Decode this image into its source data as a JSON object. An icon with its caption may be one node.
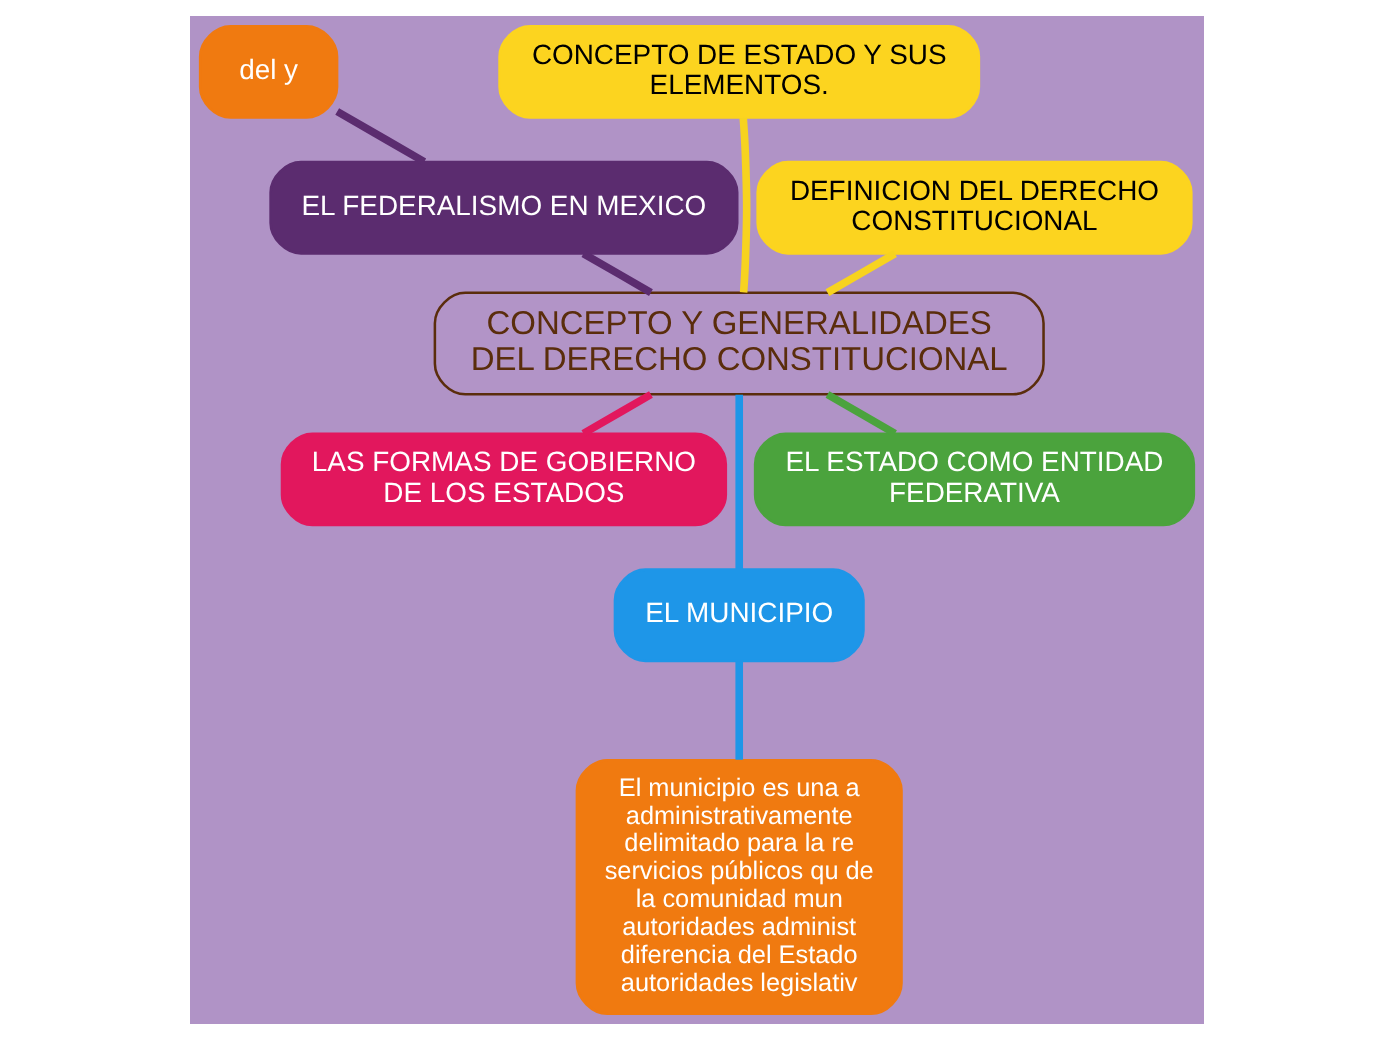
{
  "diagram": {
    "nodes": [
      {
        "text": [
          "CONCEPTO Y GENERALIDADES DEL DERECHO CONSTITUCIONAL"
        ]
      },
      {
        "text": [
          "DEFINICION DEL DERECHO CONSTITUCIONAL"
        ]
      },
      {
        "text": [
          "CONCEPTO DE ESTADO Y SUS ELEMENTOS."
        ]
      },
      {
        "text": [
          "del y"
        ]
      },
      {
        "text": [
          "EL FEDERALISMO EN MEXICO"
        ]
      },
      {
        "text": [
          "LAS FORMAS DE GOBIERNO DE LOS ESTADOS"
        ]
      },
      {
        "text": [
          "EL MUNICIPIO"
        ]
      },
      {
        "text": [
          "El municipio es una a administrativamente delimitado para la re servicios públicos qu de la comunidad mun autoridades administ diferencia del Estado autoridades legislativ"
        ]
      },
      {
        "text": [
          "EL ESTADO COMO ENTIDAD FEDERATIVA"
        ]
      }
    ],
    "edges": [
      {
        "from": 0,
        "to": 1,
        "arrow": "none",
        "color": "#f7d31f"
      },
      {
        "from": 0,
        "to": 2,
        "arrow": "none",
        "color": "#f7d31f"
      },
      {
        "from": 0,
        "to": 4,
        "arrow": "none",
        "color": "#5b2c6f"
      },
      {
        "from": 4,
        "to": 3,
        "arrow": "none",
        "color": "#5b2c6f"
      },
      {
        "from": 0,
        "to": 5,
        "arrow": "none",
        "color": "#e2175d"
      },
      {
        "from": 0,
        "to": 6,
        "arrow": "none",
        "color": "#1e96e8"
      },
      {
        "from": 6,
        "to": 7,
        "arrow": "none",
        "color": "#1e96e8"
      },
      {
        "from": 0,
        "to": 8,
        "arrow": "none",
        "color": "#4ba33d"
      }
    ]
  }
}
